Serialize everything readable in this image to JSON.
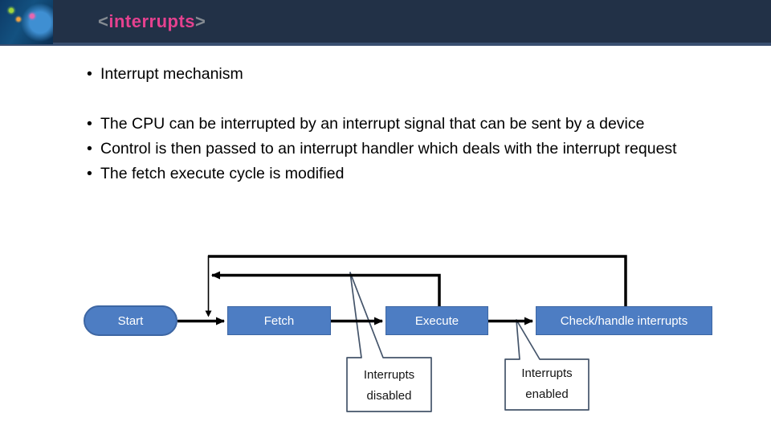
{
  "slide": {
    "header": {
      "title_open": "<",
      "title_word": "interrupts",
      "title_close": ">",
      "logo_icon": "ai-head-logo",
      "bg_color": "#223147",
      "strip_color": "#3a4f70",
      "title_color": "#e5418f",
      "bracket_color": "#858b92"
    },
    "bullets_top": [
      "Interrupt mechanism"
    ],
    "bullets_main": [
      "The CPU can be interrupted by an interrupt signal that can be sent by a device",
      "Control is then passed to an interrupt handler which deals with the interrupt request",
      "The fetch execute cycle is modified"
    ],
    "diagram": {
      "type": "flowchart",
      "node_fill": "#4d7dc3",
      "node_border": "#3d66a3",
      "arrow_color": "#000000",
      "callout_border": "#44546a",
      "nodes": [
        {
          "label": "Start",
          "shape": "stadium"
        },
        {
          "label": "Fetch",
          "shape": "rect"
        },
        {
          "label": "Execute",
          "shape": "rect"
        },
        {
          "label": "Check/handle interrupts",
          "shape": "rect"
        }
      ],
      "flow": "Start -> Fetch -> Execute -> Check/handle interrupts; Check/handle interrupts loops back before Fetch; Execute loops back before Fetch",
      "callouts": [
        {
          "line1": "Interrupts",
          "line2": "disabled",
          "points_to": "Fetch-Execute loop"
        },
        {
          "line1": "Interrupts",
          "line2": "enabled",
          "points_to": "Execute-Check arrow"
        }
      ]
    }
  }
}
